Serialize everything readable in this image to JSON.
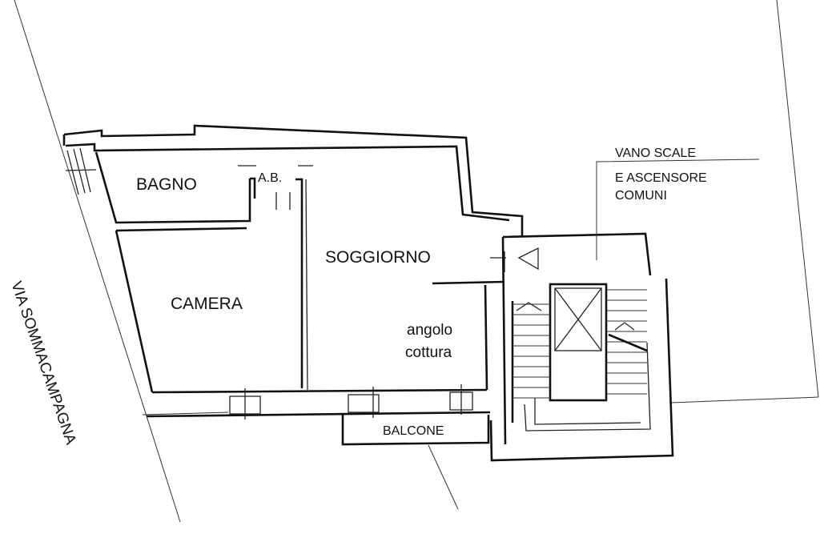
{
  "rooms": {
    "bagno": "BAGNO",
    "ab": "A.B.",
    "soggiorno": "SOGGIORNO",
    "camera": "CAMERA",
    "angolo_line1": "angolo",
    "angolo_line2": "cottura",
    "balcone": "BALCONE"
  },
  "stair": {
    "line1": "VANO SCALE",
    "line2": "E ASCENSORE",
    "line3": "COMUNI"
  },
  "street": "VIA SOMMACAMPAGNA"
}
